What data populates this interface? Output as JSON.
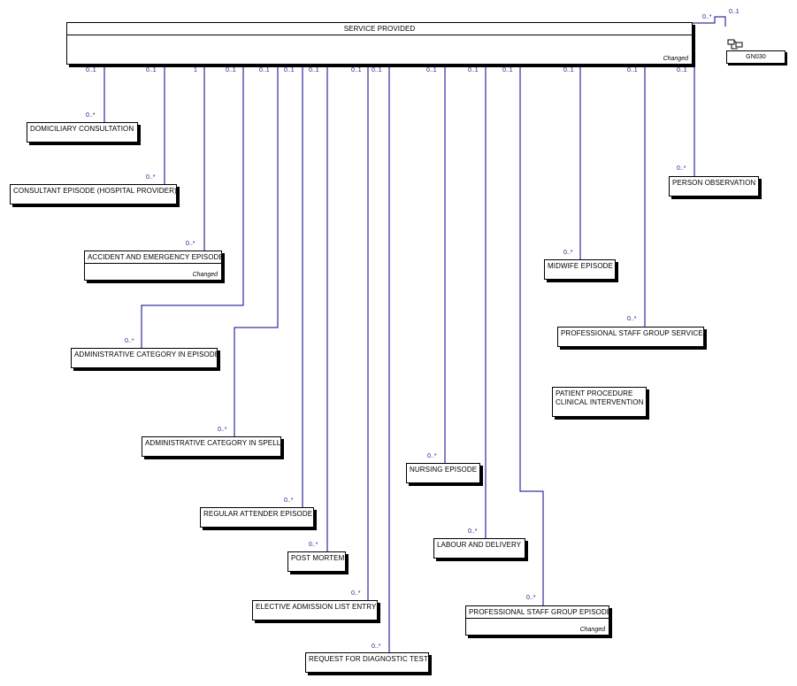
{
  "diagram": {
    "main": {
      "name": "SERVICE PROVIDED",
      "note": "Changed",
      "self_mult_a": "0..*",
      "self_mult_b": "0..1"
    },
    "package": {
      "label": "GN030"
    },
    "entities": [
      {
        "id": "domiciliary",
        "name": "DOMICILIARY CONSULTATION",
        "note": ""
      },
      {
        "id": "consultant",
        "name": "CONSULTANT EPISODE (HOSPITAL PROVIDER)",
        "note": ""
      },
      {
        "id": "accident",
        "name": "ACCIDENT AND EMERGENCY EPISODE",
        "note": "Changed"
      },
      {
        "id": "admin_episode",
        "name": "ADMINISTRATIVE CATEGORY IN EPISODE",
        "note": ""
      },
      {
        "id": "admin_spell",
        "name": "ADMINISTRATIVE CATEGORY IN SPELL",
        "note": ""
      },
      {
        "id": "regular",
        "name": "REGULAR ATTENDER EPISODE",
        "note": ""
      },
      {
        "id": "post_mortem",
        "name": "POST MORTEM",
        "note": ""
      },
      {
        "id": "elective",
        "name": "ELECTIVE ADMISSION LIST ENTRY",
        "note": ""
      },
      {
        "id": "request",
        "name": "REQUEST FOR DIAGNOSTIC TEST",
        "note": ""
      },
      {
        "id": "nursing",
        "name": "NURSING EPISODE",
        "note": ""
      },
      {
        "id": "labour",
        "name": "LABOUR AND DELIVERY",
        "note": ""
      },
      {
        "id": "psg_episode",
        "name": "PROFESSIONAL STAFF GROUP EPISODE",
        "note": "Changed"
      },
      {
        "id": "midwife",
        "name": "MIDWIFE EPISODE",
        "note": ""
      },
      {
        "id": "psg_service",
        "name": "PROFESSIONAL STAFF GROUP SERVICE",
        "note": ""
      },
      {
        "id": "patient_proc_1",
        "name": "PATIENT PROCEDURE",
        "note": ""
      },
      {
        "id": "patient_proc_2",
        "name": "CLINICAL INTERVENTION",
        "note": ""
      },
      {
        "id": "person_obs",
        "name": "PERSON OBSERVATION",
        "note": ""
      }
    ],
    "relationships": [
      {
        "to": "domiciliary",
        "source_mult": "0..1",
        "target_mult": "0..*"
      },
      {
        "to": "consultant",
        "source_mult": "0..1",
        "target_mult": "0..*"
      },
      {
        "to": "accident",
        "source_mult": "1",
        "target_mult": "0..*"
      },
      {
        "to": "admin_episode",
        "source_mult": "0..1",
        "target_mult": "0..*"
      },
      {
        "to": "admin_spell",
        "source_mult": "0..1",
        "target_mult": "0..*"
      },
      {
        "to": "regular",
        "source_mult": "0..1",
        "target_mult": "0..*"
      },
      {
        "to": "post_mortem",
        "source_mult": "0..1",
        "target_mult": "0..*"
      },
      {
        "to": "elective",
        "source_mult": "0..1",
        "target_mult": "0..*"
      },
      {
        "to": "request",
        "source_mult": "0..1",
        "target_mult": "0..*"
      },
      {
        "to": "nursing",
        "source_mult": "0..1",
        "target_mult": "0..*"
      },
      {
        "to": "labour",
        "source_mult": "0..1",
        "target_mult": "0..*"
      },
      {
        "to": "psg_episode",
        "source_mult": "0..1",
        "target_mult": "0..*"
      },
      {
        "to": "midwife",
        "source_mult": "0..1",
        "target_mult": "0..*"
      },
      {
        "to": "psg_service",
        "source_mult": "0..1",
        "target_mult": "0..*"
      },
      {
        "to": "person_obs",
        "source_mult": "0..1",
        "target_mult": "0..*"
      }
    ],
    "colors": {
      "line": "#00008b",
      "multiplicity": "#1a1a8c",
      "border": "#000000"
    }
  }
}
